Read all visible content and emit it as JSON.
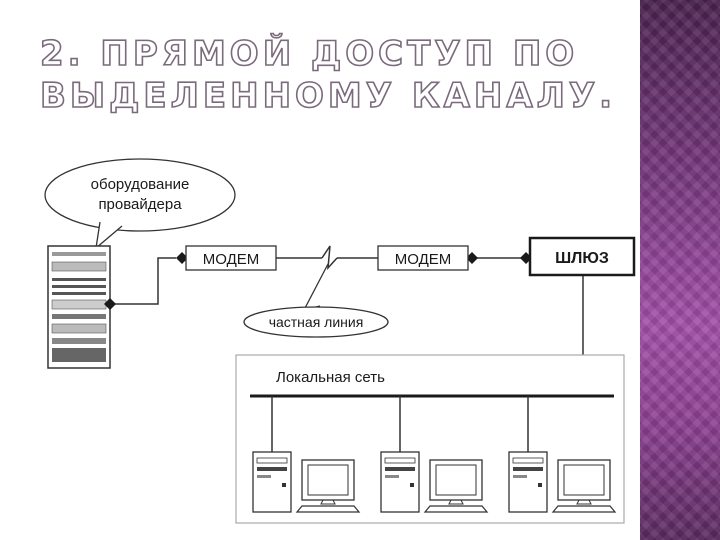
{
  "slide": {
    "title_line1": "2. ПРЯМОЙ ДОСТУП ПО",
    "title_line2": "ВЫДЕЛЕННОМУ КАНАЛУ."
  },
  "diagram": {
    "callout_line1": "оборудование",
    "callout_line2": "провайдера",
    "modem_left": "МОДЕМ",
    "modem_right": "МОДЕМ",
    "gateway": "ШЛЮЗ",
    "private_line": "частная линия",
    "lan_label": "Локальная сеть"
  },
  "colors": {
    "side_panel": "#8a3f8f",
    "title_outline": "#7a6a7c"
  }
}
